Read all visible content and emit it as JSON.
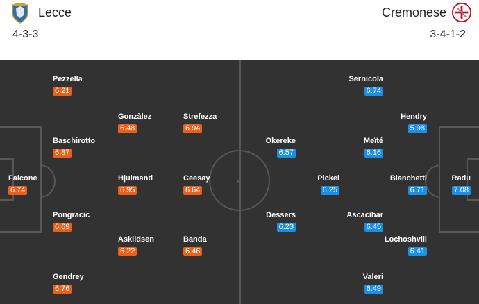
{
  "colors": {
    "home_rating": "#e8601c",
    "away_rating": "#1a8fe3"
  },
  "home": {
    "name": "Lecce",
    "formation": "4-3-3",
    "crest_icon": "lecce-crest-icon",
    "players": [
      {
        "name": "Pezzella",
        "rating": "6.21"
      },
      {
        "name": "Gonzàlez",
        "rating": "6.48"
      },
      {
        "name": "Strefezza",
        "rating": "6.94"
      },
      {
        "name": "Baschirotto",
        "rating": "6.87"
      },
      {
        "name": "Falcone",
        "rating": "6.74"
      },
      {
        "name": "Hjulmand",
        "rating": "6.95"
      },
      {
        "name": "Ceesay",
        "rating": "6.64"
      },
      {
        "name": "Pongracic",
        "rating": "6.69"
      },
      {
        "name": "Askildsen",
        "rating": "6.22"
      },
      {
        "name": "Banda",
        "rating": "6.46"
      },
      {
        "name": "Gendrey",
        "rating": "6.76"
      }
    ]
  },
  "away": {
    "name": "Cremonese",
    "formation": "3-4-1-2",
    "crest_icon": "cremonese-crest-icon",
    "players": [
      {
        "name": "Sernicola",
        "rating": "6.74"
      },
      {
        "name": "Hendry",
        "rating": "5.98"
      },
      {
        "name": "Okereke",
        "rating": "6.57"
      },
      {
        "name": "Meïté",
        "rating": "6.16"
      },
      {
        "name": "Pickel",
        "rating": "6.25"
      },
      {
        "name": "Bianchetti",
        "rating": "6.71"
      },
      {
        "name": "Radu",
        "rating": "7.08"
      },
      {
        "name": "Dessers",
        "rating": "6.23"
      },
      {
        "name": "Ascacíbar",
        "rating": "6.45"
      },
      {
        "name": "Lochoshvili",
        "rating": "6.41"
      },
      {
        "name": "Valeri",
        "rating": "6.49"
      }
    ]
  }
}
